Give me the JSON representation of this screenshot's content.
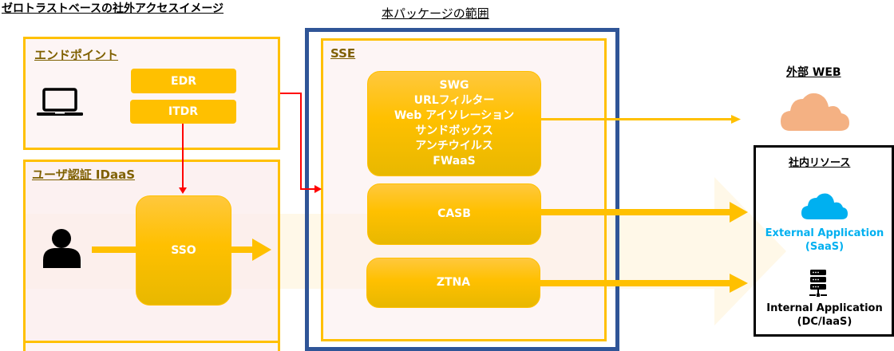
{
  "diagram_title": "ゼロトラストベースの社外アクセスイメージ",
  "scope_title": "本パッケージの範囲",
  "endpoint": {
    "label": "エンドポイント",
    "items": [
      "EDR",
      "ITDR"
    ],
    "icon": "laptop-icon"
  },
  "idaas": {
    "label": "ユーザ認証  IDaaS",
    "sso": "SSO",
    "icon": "user-icon"
  },
  "sse": {
    "label": "SSE",
    "swg_lines": [
      "SWG",
      "URLフィルター",
      "Web アイソレーション",
      "サンドボックス",
      "アンチウイルス",
      "FWaaS"
    ],
    "casb": "CASB",
    "ztna": "ZTNA"
  },
  "external_web": {
    "label": "外部 WEB",
    "icon": "cloud-icon",
    "color": "#f4b183"
  },
  "internal_resources": {
    "label": "社内リソース",
    "external_app": {
      "line1": "External Application",
      "line2": "(SaaS)",
      "color": "#00b0f0",
      "icon": "cloud-icon"
    },
    "internal_app": {
      "line1": "Internal Application",
      "line2": "(DC/IaaS)",
      "icon": "server-icon"
    }
  },
  "colors": {
    "accent": "#ffc000",
    "scope_border": "#2f5597",
    "connector": "#ff0000",
    "zone_label": "#7f6000"
  }
}
